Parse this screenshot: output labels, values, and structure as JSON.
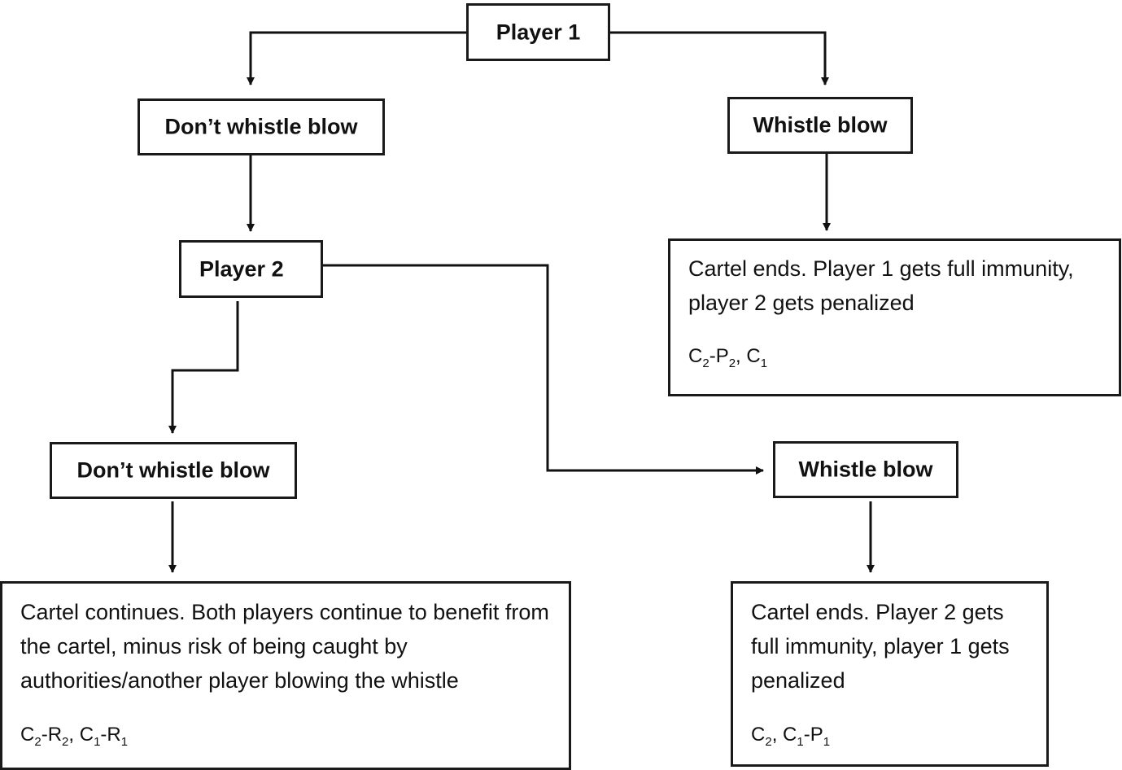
{
  "nodes": {
    "player1": "Player 1",
    "p1_dont": "Don’t whistle blow",
    "p1_blow": "Whistle blow",
    "player2": "Player 2",
    "p2_dont": "Don’t whistle blow",
    "p2_blow": "Whistle blow"
  },
  "outcomes": {
    "p1_blow": {
      "text": "Cartel ends. Player 1 gets full immunity, player 2 gets penalized",
      "payoff": [
        {
          "base": "C",
          "sub": "2",
          "after": "-"
        },
        {
          "base": "P",
          "sub": "2",
          "after": ", "
        },
        {
          "base": "C",
          "sub": "1",
          "after": ""
        }
      ]
    },
    "both_dont": {
      "text": "Cartel continues. Both players continue to benefit from the cartel, minus risk of being caught by authorities/another player blowing the whistle",
      "payoff": [
        {
          "base": "C",
          "sub": "2",
          "after": "-"
        },
        {
          "base": "R",
          "sub": "2",
          "after": ", "
        },
        {
          "base": "C",
          "sub": "1",
          "after": "-"
        },
        {
          "base": "R",
          "sub": "1",
          "after": ""
        }
      ]
    },
    "p2_blow": {
      "text": "Cartel ends. Player 2 gets full immunity, player 1 gets penalized",
      "payoff": [
        {
          "base": "C",
          "sub": "2",
          "after": ", "
        },
        {
          "base": "C",
          "sub": "1",
          "after": "-"
        },
        {
          "base": "P",
          "sub": "1",
          "after": ""
        }
      ]
    }
  }
}
